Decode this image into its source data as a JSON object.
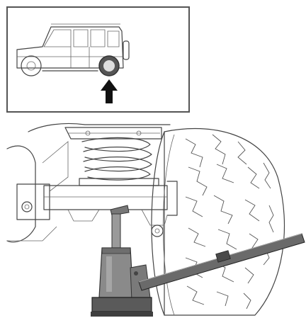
{
  "figure": {
    "inset": {
      "vehicle": "off-road-vehicle-side-view",
      "highlighted_wheel": "rear",
      "indicator": "up-arrow-icon"
    },
    "main": {
      "subject": "bottle-jack-under-rear-axle",
      "tool": "jack-handle"
    }
  },
  "colors": {
    "line": "#444444",
    "highlight": "#555555",
    "jack_fill": "#8a8a8a",
    "jack_dark": "#555555",
    "arrow": "#111111",
    "frame": "#555555"
  }
}
